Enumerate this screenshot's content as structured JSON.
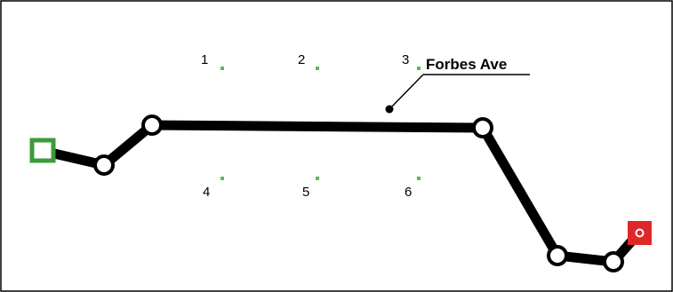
{
  "street": {
    "name": "Forbes Ave"
  },
  "stops": [
    {
      "label": "1"
    },
    {
      "label": "2"
    },
    {
      "label": "3"
    },
    {
      "label": "4"
    },
    {
      "label": "5"
    },
    {
      "label": "6"
    }
  ],
  "colors": {
    "route": "#000000",
    "start_marker": "#3c9a3c",
    "end_marker": "#e02727",
    "stop_marker": "#5bb85b",
    "border": "#000000",
    "background": "#ffffff"
  },
  "icons": {
    "start": "start-square-icon",
    "end": "end-square-icon",
    "waypoint": "waypoint-circle-icon",
    "stop": "stop-dot-icon"
  }
}
